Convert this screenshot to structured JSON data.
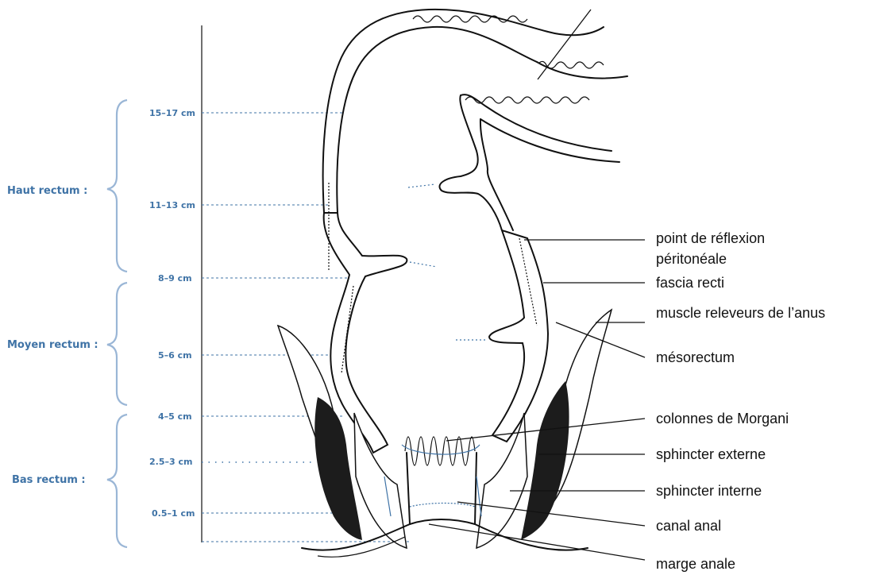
{
  "regions": [
    {
      "label": "Haut rectum :"
    },
    {
      "label": "Moyen rectum :"
    },
    {
      "label": "Bas rectum :"
    }
  ],
  "depths": [
    {
      "label": "15–17 cm"
    },
    {
      "label": "11–13 cm"
    },
    {
      "label": "8–9 cm"
    },
    {
      "label": "5–6 cm"
    },
    {
      "label": "4–5 cm"
    },
    {
      "label": "2.5–3 cm"
    },
    {
      "label": "0.5–1 cm"
    }
  ],
  "annotations": [
    {
      "line1": "point de réflexion",
      "line2": "péritonéale"
    },
    {
      "line1": "fascia recti"
    },
    {
      "line1": "muscle releveurs de l’anus"
    },
    {
      "line1": "mésorectum"
    },
    {
      "line1": "colonnes de Morgani"
    },
    {
      "line1": "sphincter externe"
    },
    {
      "line1": "sphincter interne"
    },
    {
      "line1": "canal anal"
    },
    {
      "line1": "marge anale"
    }
  ],
  "colors": {
    "label_blue": "#3f73a6",
    "bracket_blue": "#9ab6d6",
    "ink": "#111111",
    "background": "#ffffff"
  }
}
